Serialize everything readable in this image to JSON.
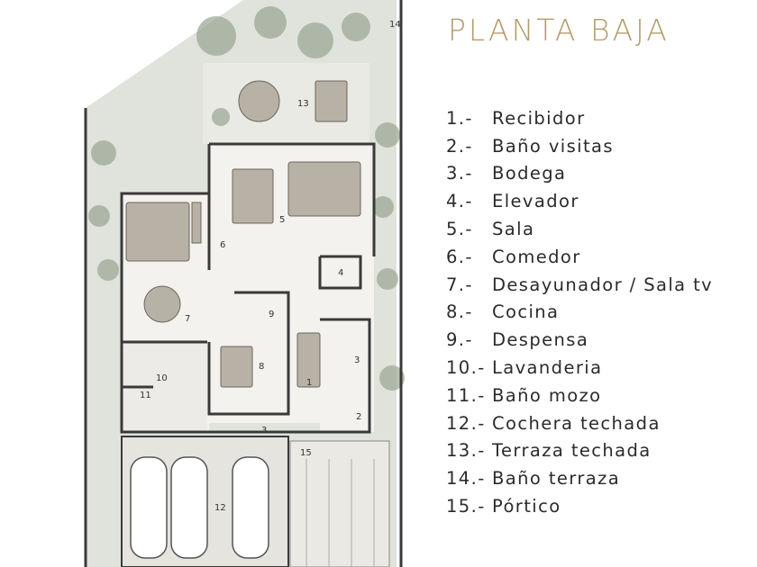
{
  "title": "PLANTA BAJA",
  "rooms": [
    {
      "num": "1.-",
      "name": "Recibidor"
    },
    {
      "num": "2.-",
      "name": "Baño visitas"
    },
    {
      "num": "3.-",
      "name": "Bodega"
    },
    {
      "num": "4.-",
      "name": "Elevador"
    },
    {
      "num": "5.-",
      "name": "Sala"
    },
    {
      "num": "6.-",
      "name": "Comedor"
    },
    {
      "num": "7.-",
      "name": "Desayunador / Sala tv"
    },
    {
      "num": "8.-",
      "name": "Cocina"
    },
    {
      "num": "9.-",
      "name": "Despensa"
    },
    {
      "num": "10.-",
      "name": "Lavanderia"
    },
    {
      "num": "11.-",
      "name": "Baño mozo"
    },
    {
      "num": "12.-",
      "name": "Cochera techada"
    },
    {
      "num": "13.-",
      "name": "Terraza techada"
    },
    {
      "num": "14.-",
      "name": "Baño terraza"
    },
    {
      "num": "15.-",
      "name": "Pórtico"
    }
  ],
  "plan_labels": [
    "1",
    "2",
    "3",
    "3",
    "4",
    "5",
    "6",
    "7",
    "8",
    "9",
    "10",
    "11",
    "12",
    "13",
    "14",
    "15"
  ],
  "colors": {
    "title": "#b59c6a",
    "wall": "#3a3a3a",
    "garden": "#dfe3dc",
    "floor": "#f4f2ee",
    "plant": "#5d6e55"
  }
}
